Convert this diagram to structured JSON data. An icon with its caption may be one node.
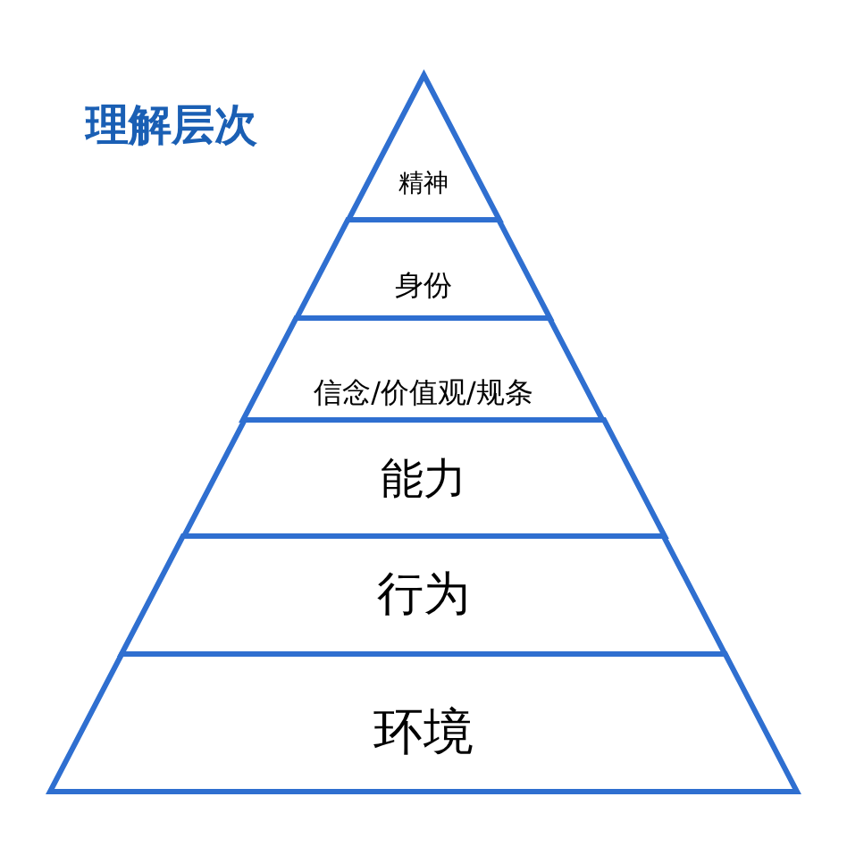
{
  "diagram": {
    "title": "理解层次",
    "nodes": [
      {
        "text": [
          "精神"
        ]
      },
      {
        "text": [
          "身份"
        ]
      },
      {
        "text": [
          "信念/价值观/规条"
        ]
      },
      {
        "text": [
          "能力"
        ]
      },
      {
        "text": [
          "行为"
        ]
      },
      {
        "text": [
          "环境"
        ]
      }
    ]
  }
}
